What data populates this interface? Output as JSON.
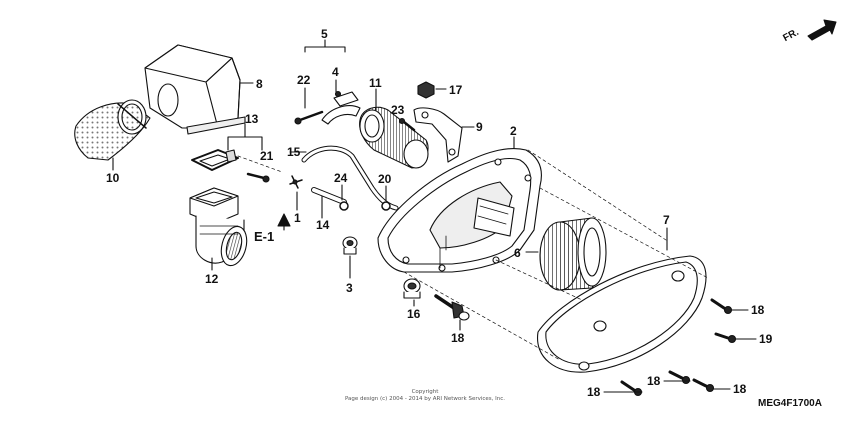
{
  "diagram": {
    "code": "MEG4F1700A",
    "reference": "E-1",
    "direction": "FR.",
    "copyright_line1": "Copyright",
    "copyright_line2": "Page design (c) 2004 - 2014 by ARI Network Services, Inc.",
    "callouts": [
      {
        "id": "c5",
        "text": "5"
      },
      {
        "id": "c22",
        "text": "22"
      },
      {
        "id": "c4",
        "text": "4"
      },
      {
        "id": "c11",
        "text": "11"
      },
      {
        "id": "c17",
        "text": "17"
      },
      {
        "id": "c8",
        "text": "8"
      },
      {
        "id": "c23",
        "text": "23"
      },
      {
        "id": "c9",
        "text": "9"
      },
      {
        "id": "c13",
        "text": "13"
      },
      {
        "id": "c2",
        "text": "2"
      },
      {
        "id": "c21",
        "text": "21"
      },
      {
        "id": "c15",
        "text": "15"
      },
      {
        "id": "c10",
        "text": "10"
      },
      {
        "id": "c24",
        "text": "24"
      },
      {
        "id": "c20",
        "text": "20"
      },
      {
        "id": "c1",
        "text": "1"
      },
      {
        "id": "c14",
        "text": "14"
      },
      {
        "id": "c7",
        "text": "7"
      },
      {
        "id": "c6",
        "text": "6"
      },
      {
        "id": "c12",
        "text": "12"
      },
      {
        "id": "c3",
        "text": "3"
      },
      {
        "id": "c16",
        "text": "16"
      },
      {
        "id": "c18a",
        "text": "18"
      },
      {
        "id": "c18b",
        "text": "18"
      },
      {
        "id": "c19",
        "text": "19"
      },
      {
        "id": "c18c",
        "text": "18"
      },
      {
        "id": "c18d",
        "text": "18"
      },
      {
        "id": "c18e",
        "text": "18"
      }
    ]
  }
}
